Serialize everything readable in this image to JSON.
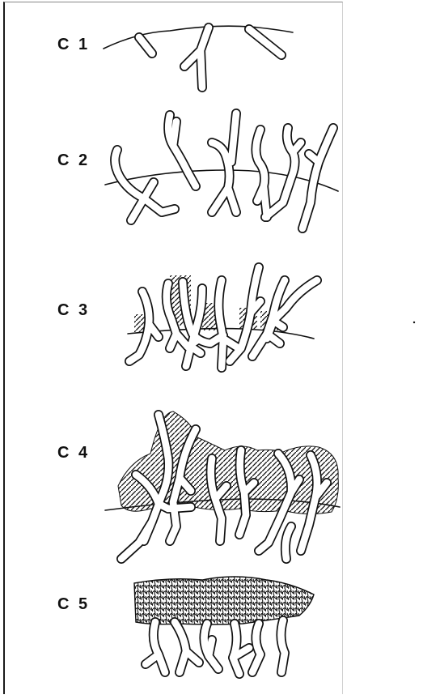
{
  "stages": [
    {
      "id": "c1",
      "label": "C 1"
    },
    {
      "id": "c2",
      "label": "C 2"
    },
    {
      "id": "c3",
      "label": "C 3"
    },
    {
      "id": "c4",
      "label": "C 4"
    },
    {
      "id": "c5",
      "label": "C 5"
    }
  ]
}
